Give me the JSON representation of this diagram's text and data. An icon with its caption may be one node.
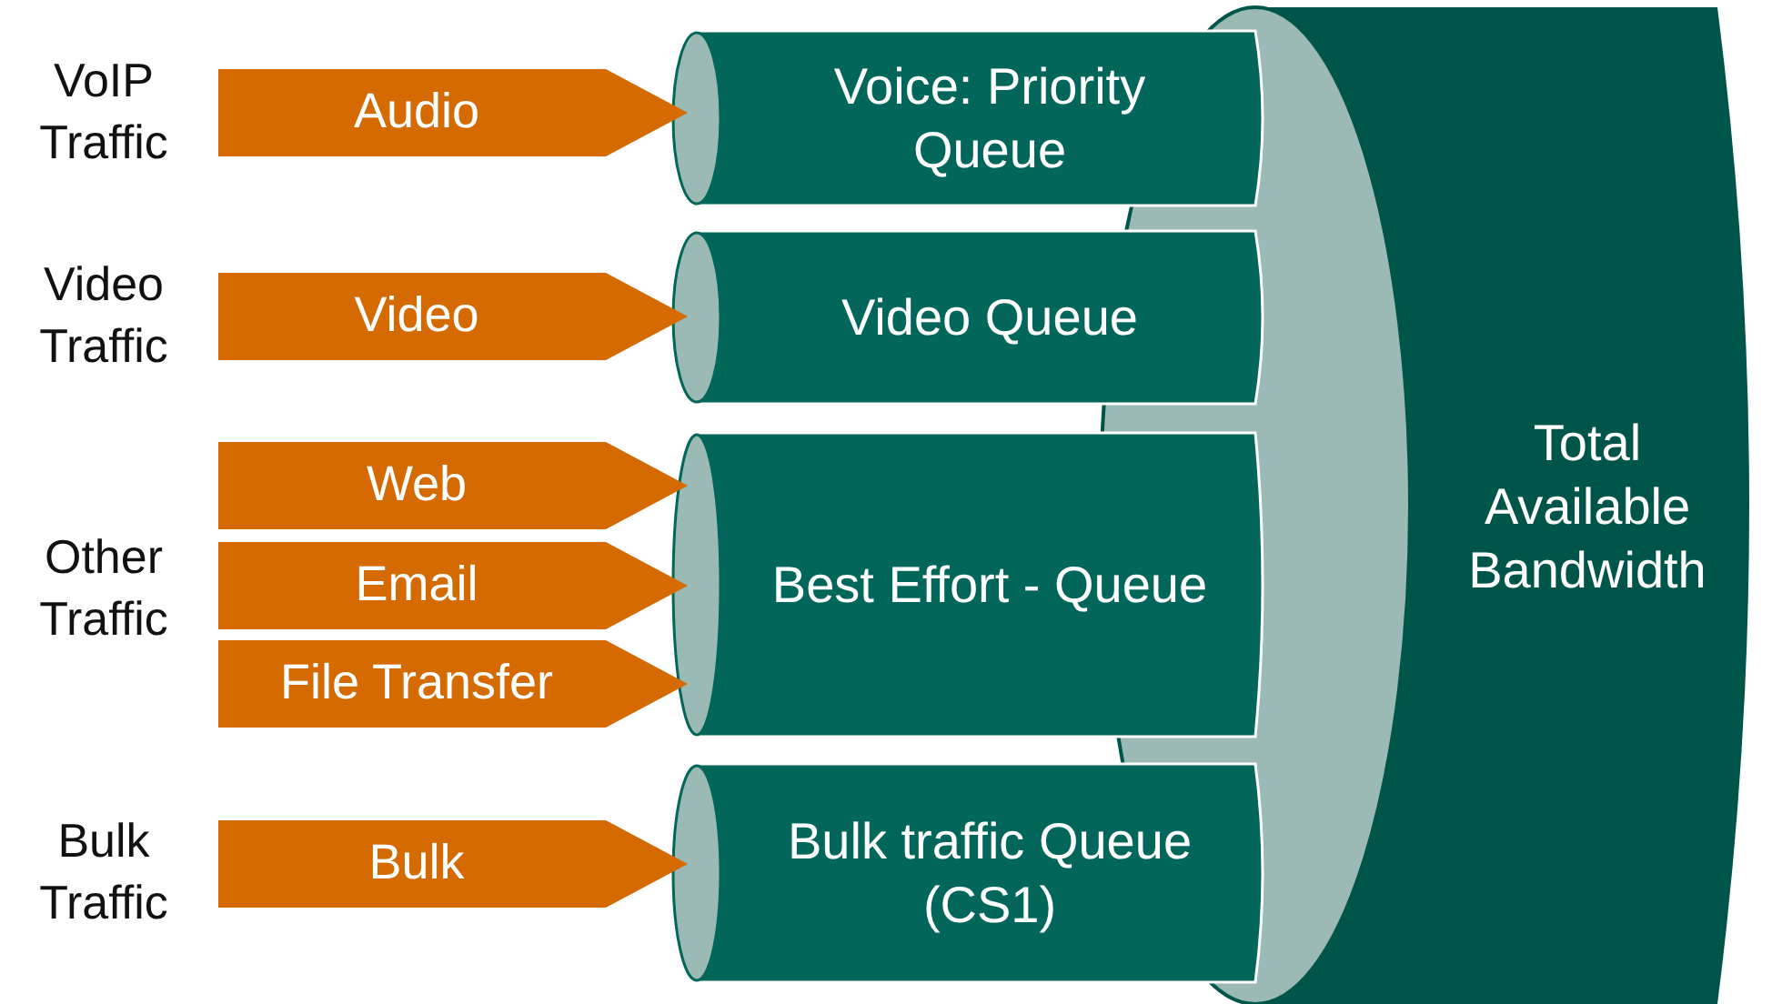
{
  "diagram": {
    "nodes": [
      {
        "text": [
          "Audio"
        ]
      },
      {
        "text": [
          "Voice: Priority Queue"
        ]
      },
      {
        "text": [
          "Video"
        ]
      },
      {
        "text": [
          "Video Queue"
        ]
      },
      {
        "text": [
          "Web"
        ]
      },
      {
        "text": [
          "Email"
        ]
      },
      {
        "text": [
          "File Transfer"
        ]
      },
      {
        "text": [
          "Best Effort - Queue"
        ]
      },
      {
        "text": [
          "Bulk"
        ]
      },
      {
        "text": [
          "Bulk traffic Queue (CS1)"
        ]
      },
      {
        "text": [
          "Total Available Bandwidth"
        ]
      }
    ],
    "labels": [
      "VoIP Traffic",
      "Video Traffic",
      "Other Traffic",
      "Bulk Traffic"
    ]
  }
}
